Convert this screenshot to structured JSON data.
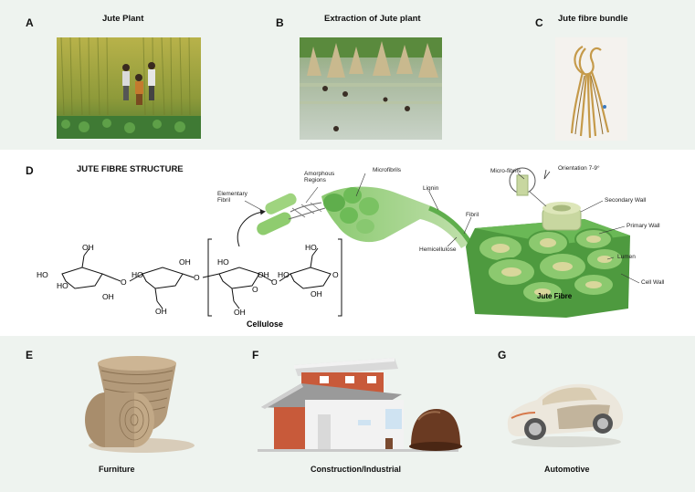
{
  "panels": {
    "a": {
      "letter": "A",
      "title": "Jute Plant"
    },
    "b": {
      "letter": "B",
      "title": "Extraction of Jute plant"
    },
    "c": {
      "letter": "C",
      "title": "Jute fibre bundle"
    },
    "d": {
      "letter": "D",
      "title": "JUTE FIBRE STRUCTURE"
    },
    "e": {
      "letter": "E",
      "caption": "Furniture"
    },
    "f": {
      "letter": "F",
      "caption": "Construction/Industrial"
    },
    "g": {
      "letter": "G",
      "caption": "Automotive"
    }
  },
  "structure_labels": {
    "elementary_fibril": "Elementary Fibril",
    "amorphous_regions": "Amorphous Regions",
    "microfibrils": "Microfibrils",
    "lignin": "Lignin",
    "fibril": "Fibril",
    "hemicellulose": "Hemicellulose",
    "micro_fibrils": "Micro-fibrils",
    "orientation": "Orientation 7-9°",
    "secondary_wall": "Secondary Wall",
    "primary_wall": "Primary Wall",
    "lumen": "Lumen",
    "cell_wall": "Cell Wall",
    "jute_fibre": "Jute Fibre",
    "cellulose": "Cellulose"
  },
  "chem": {
    "oh": "OH",
    "ho": "HO",
    "o": "O"
  },
  "colors": {
    "band": "#eef3ef",
    "fibre_green": "#5fae4c",
    "fibre_light": "#a9d68a",
    "lumen": "#d8d79b",
    "wall_orange": "#c85a3a"
  }
}
